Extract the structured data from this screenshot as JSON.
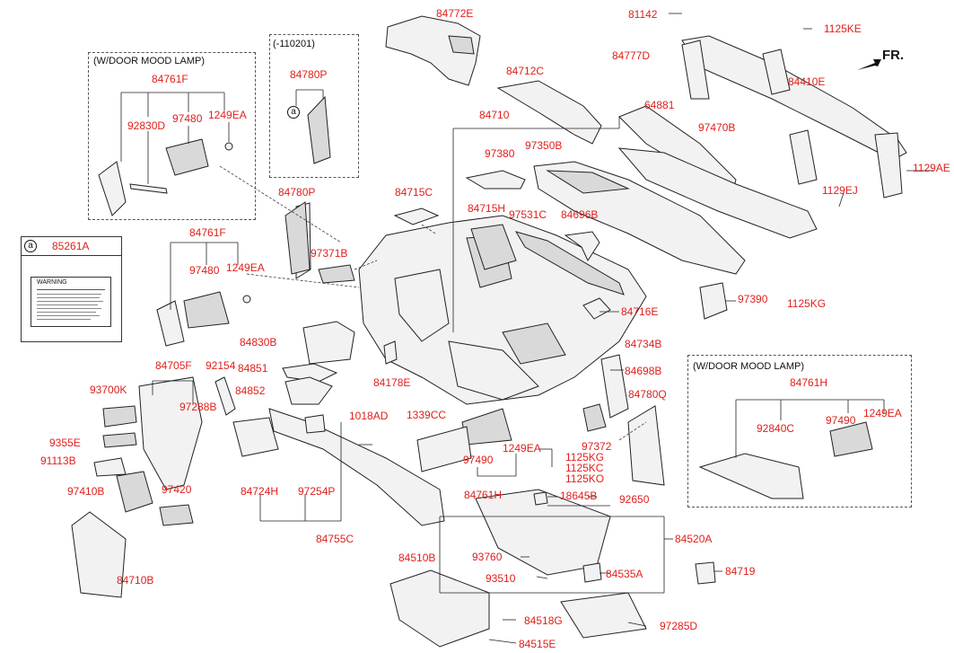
{
  "groups": {
    "mood_lamp_left": "(W/DOOR MOOD LAMP)",
    "early": "(-110201)",
    "mood_lamp_right": "(W/DOOR MOOD LAMP)"
  },
  "direction": "FR.",
  "warning_box": {
    "marker": "a",
    "part_number": "85261A",
    "label_title": "WARNING"
  },
  "early_marker": "a",
  "parts": {
    "p84772E": "84772E",
    "p81142": "81142",
    "p1125KE": "1125KE",
    "p84780P_top": "84780P",
    "p84761F_top": "84761F",
    "p92830D": "92830D",
    "p97480_top": "97480",
    "p1249EA_top": "1249EA",
    "p84712C": "84712C",
    "p84777D": "84777D",
    "p84410E": "84410E",
    "p84710": "84710",
    "p64881": "64881",
    "p97470B": "97470B",
    "p97380": "97380",
    "p97350B": "97350B",
    "p1129AE": "1129AE",
    "p1129EJ": "1129EJ",
    "p84780P_mid": "84780P",
    "p84715C": "84715C",
    "p84715H": "84715H",
    "p97531C": "97531C",
    "p84696B": "84696B",
    "p84761F_mid": "84761F",
    "p97371B": "97371B",
    "p97480_mid": "97480",
    "p1249EA_mid": "1249EA",
    "p97390": "97390",
    "p1125KG_right": "1125KG",
    "p84716E": "84716E",
    "p84830B": "84830B",
    "p84734B": "84734B",
    "p84705F": "84705F",
    "p92154": "92154",
    "p84851": "84851",
    "p84178E": "84178E",
    "p84698B": "84698B",
    "p84761H_right": "84761H",
    "p93700K": "93700K",
    "p84852": "84852",
    "p84780Q": "84780Q",
    "p97288B": "97288B",
    "p1339CC": "1339CC",
    "p1018AD": "1018AD",
    "p92840C": "92840C",
    "p97490_right": "97490",
    "p1249EA_right": "1249EA",
    "p97372": "97372",
    "p9355E": "9355E",
    "p1249EA_low": "1249EA",
    "p1125KG_low": "1125KG",
    "p91113B": "91113B",
    "p97490_low": "97490",
    "p1125KC": "1125KC",
    "p1125KO": "1125KO",
    "p97410B": "97410B",
    "p97420": "97420",
    "p84724H": "84724H",
    "p97254P": "97254P",
    "p84761H_low": "84761H",
    "p18645B": "18645B",
    "p92650": "92650",
    "p84755C": "84755C",
    "p84520A": "84520A",
    "p84510B": "84510B",
    "p93760": "93760",
    "p84719": "84719",
    "p84710B": "84710B",
    "p93510": "93510",
    "p84535A": "84535A",
    "p84518G": "84518G",
    "p97285D": "97285D",
    "p84515E": "84515E"
  }
}
